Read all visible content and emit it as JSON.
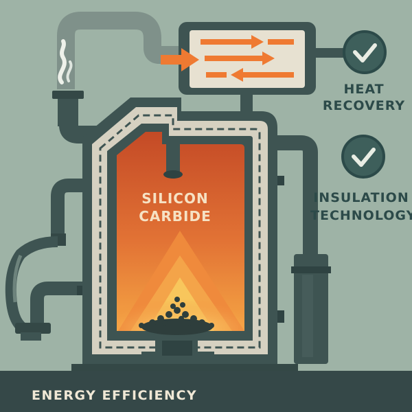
{
  "labels": {
    "chamber_line1": "SILICON",
    "chamber_line2": "CARBIDE",
    "heat_recovery_line1": "HEAT",
    "heat_recovery_line2": "RECOVERY",
    "insulation_line1": "INSULATION",
    "insulation_line2": "TECHNOLOGY",
    "footer_title": "ENERGY EFFICIENCY",
    "footer_subtitle": ""
  },
  "colors": {
    "background": "#9eb3a6",
    "pipe": "#3e5452",
    "insulation": "#d9d4c4",
    "chamber_top": "#c9552a",
    "chamber_bottom": "#f0a040",
    "flame": "#f7c84f",
    "arrow": "#ef7a32",
    "check_circle": "#3e5f5b",
    "footer_band": "#354848"
  },
  "icons": [
    "check-icon",
    "heat-exchanger-arrows-icon",
    "steam-icon",
    "flame-icon"
  ]
}
